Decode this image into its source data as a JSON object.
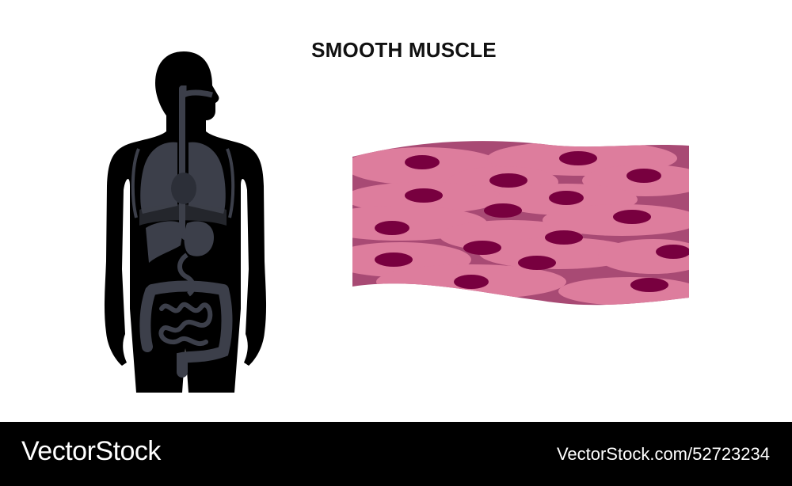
{
  "title": "SMOOTH MUSCLE",
  "illustration": {
    "human_figure": {
      "label": "human-body-silhouette",
      "silhouette_color": "#000000",
      "organ_color": "#3c3f4a",
      "organs": [
        "esophagus",
        "lungs",
        "heart",
        "liver",
        "stomach",
        "small-intestine",
        "large-intestine",
        "bladder"
      ]
    },
    "tissue": {
      "label": "smooth-muscle-tissue",
      "cell_color": "#dd7d9d",
      "border_color": "#a84a74",
      "nucleus_color": "#78003f"
    }
  },
  "footer": {
    "brand": "VectorStock",
    "url": "VectorStock.com/52723234",
    "background": "#000000"
  }
}
